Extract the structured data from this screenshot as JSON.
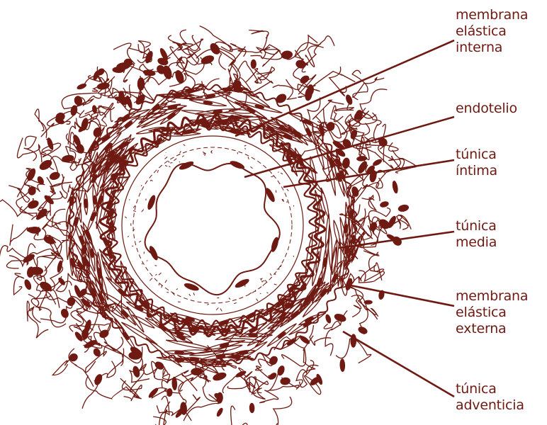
{
  "colors": {
    "ink": "#6e1a12",
    "background": "#ffffff"
  },
  "labels": [
    {
      "id": "membrana-elastica-interna",
      "lines": [
        "membrana",
        "elástica",
        "interna"
      ]
    },
    {
      "id": "endotelio",
      "lines": [
        "endotelio"
      ]
    },
    {
      "id": "tunica-intima",
      "lines": [
        "túnica",
        "íntima"
      ]
    },
    {
      "id": "tunica-media",
      "lines": [
        "túnica",
        "media"
      ]
    },
    {
      "id": "membrana-elastica-externa",
      "lines": [
        "membrana",
        "elástica",
        "externa"
      ]
    },
    {
      "id": "tunica-adventicia",
      "lines": [
        "túnica",
        "adventicia"
      ]
    }
  ]
}
